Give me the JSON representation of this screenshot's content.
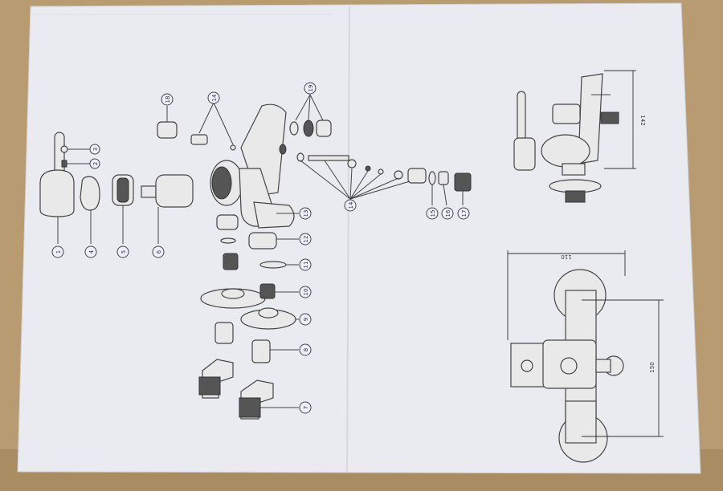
{
  "callouts": [
    {
      "id": "c1",
      "text": "1"
    },
    {
      "id": "c2",
      "text": "2"
    },
    {
      "id": "c3",
      "text": "3"
    },
    {
      "id": "c4",
      "text": "4"
    },
    {
      "id": "c5",
      "text": "5"
    },
    {
      "id": "c6",
      "text": "6"
    },
    {
      "id": "c7",
      "text": "7"
    },
    {
      "id": "c8",
      "text": "8"
    },
    {
      "id": "c9",
      "text": "9"
    },
    {
      "id": "c10",
      "text": "10"
    },
    {
      "id": "c11",
      "text": "11"
    },
    {
      "id": "c12",
      "text": "12"
    },
    {
      "id": "c13",
      "text": "13"
    },
    {
      "id": "c14a",
      "text": "14"
    },
    {
      "id": "c14b",
      "text": "14"
    },
    {
      "id": "c15",
      "text": "15"
    },
    {
      "id": "c16",
      "text": "16"
    },
    {
      "id": "c17",
      "text": "17"
    },
    {
      "id": "c18",
      "text": "18"
    },
    {
      "id": "c19",
      "text": "19"
    }
  ],
  "dimensions": {
    "side_height": "142",
    "front_width": "110",
    "front_height": "150"
  },
  "colors": {
    "background": "#b79a6e",
    "paper": "#eceef2",
    "ink": "#444444"
  }
}
